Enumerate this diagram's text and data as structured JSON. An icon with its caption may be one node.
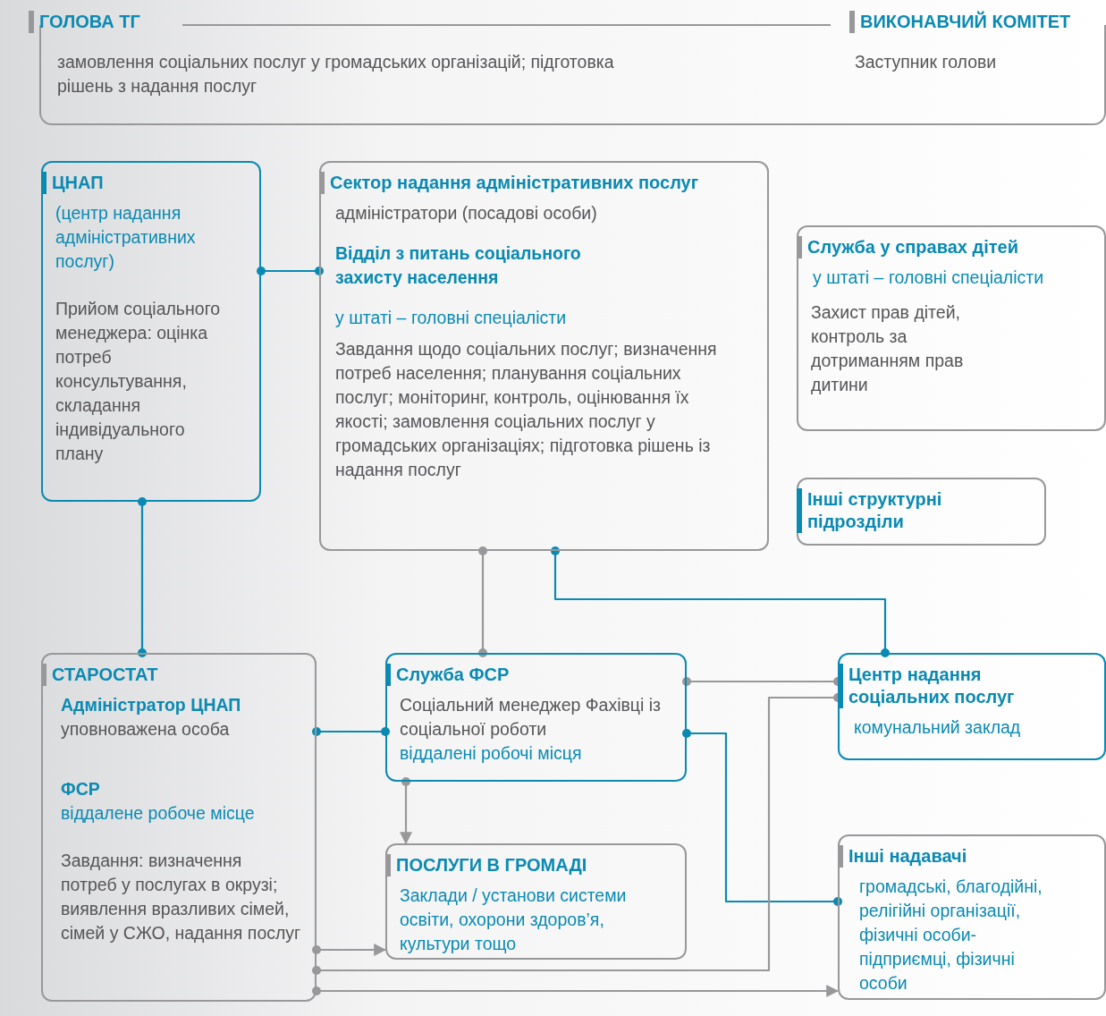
{
  "diagram": {
    "nodes": [
      {
        "text": [
          "ГОЛОВА ТГ",
          "замовлення соціальних послуг у громадських організацій; підготовка рішень з надання послуг",
          "ВИКОНАВЧИЙ КОМІТЕТ",
          "Заступник голови"
        ]
      },
      {
        "text": [
          "ЦНАП",
          "(центр надання адміністративних послуг)",
          "Прийом соціального менеджера: оцінка потреб консультування, складання індивідуального плану"
        ]
      },
      {
        "text": [
          "Сектор надання адміністративних послуг",
          "адміністратори (посадові особи)",
          "Відділ з питань соціального захисту населення",
          "у штаті – головні спеціалісти",
          "Завдання щодо соціальних послуг; визначення потреб населення; планування соціальних послуг; моніторинг, контроль, оцінювання їх якості; замовлення соціальних послуг у громадських організаціях; підготовка рішень із надання послуг"
        ]
      },
      {
        "text": [
          "Служба у справах дітей",
          "у штаті – головні спеціалісти",
          "Захист прав дітей, контроль за дотриманням прав дитини"
        ]
      },
      {
        "text": [
          "Інші структурні підрозділи"
        ]
      },
      {
        "text": [
          "СТАРОСТАТ",
          "Адміністратор ЦНАП",
          "уповноважена особа",
          "ФСР",
          "віддалене робоче місце",
          "Завдання: визначення потреб у послугах в окрузі; виявлення вразливих сімей, сімей у СЖО, надання послуг"
        ]
      },
      {
        "text": [
          "Служба ФСР",
          "Соціальний менеджер Фахівці із соціальної роботи",
          "віддалені робочі місця"
        ]
      },
      {
        "text": [
          "ПОСЛУГИ В ГРОМАДІ",
          "Заклади / установи системи освіти, охорони здоров’я, культури тощо"
        ]
      },
      {
        "text": [
          "Центр надання соціальних послуг",
          "комунальний заклад"
        ]
      },
      {
        "text": [
          "Інші надавачі",
          "громадські, благодійні, релігійні організації, фізичні особи-підприємці, фізичні особи"
        ]
      }
    ],
    "edges": [
      {
        "from": 1,
        "to": 2,
        "arrow": "other",
        "color": "#0a8ab3"
      },
      {
        "from": 1,
        "to": 5,
        "arrow": "other",
        "color": "#0a8ab3"
      },
      {
        "from": 2,
        "to": 6,
        "arrow": "other"
      },
      {
        "from": 2,
        "to": 8,
        "arrow": "other",
        "color": "#0a8ab3"
      },
      {
        "from": 5,
        "to": 6,
        "arrow": "other",
        "color": "#0a8ab3"
      },
      {
        "from": 6,
        "to": 7,
        "arrow": "to"
      },
      {
        "from": 6,
        "to": 8,
        "arrow": "other"
      },
      {
        "from": 6,
        "to": 9,
        "arrow": "other",
        "color": "#0a8ab3"
      },
      {
        "from": 5,
        "to": 7,
        "arrow": "to"
      },
      {
        "from": 5,
        "to": 8,
        "arrow": "other"
      },
      {
        "from": 5,
        "to": 9,
        "arrow": "to"
      }
    ]
  }
}
